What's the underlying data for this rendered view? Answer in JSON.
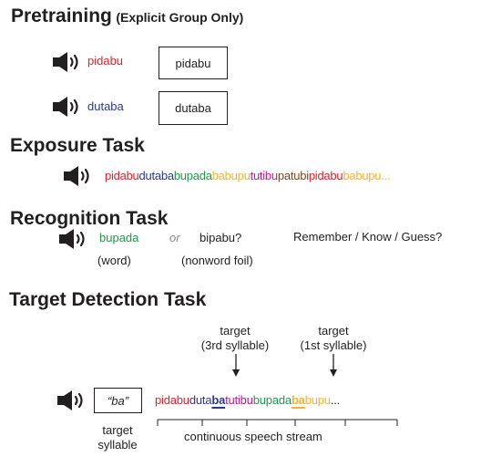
{
  "pretraining": {
    "title": "Pretraining",
    "subtitle": "(Explicit Group Only)",
    "items": [
      {
        "spoken": "pidabu",
        "spoken_color": "#e8202a",
        "written": "pidabu"
      },
      {
        "spoken": "dutaba",
        "spoken_color": "#2b3990",
        "written": "dutaba"
      }
    ]
  },
  "exposure": {
    "title": "Exposure Task",
    "stream": [
      {
        "text": "pidabu",
        "color": "#e8202a"
      },
      {
        "text": "dutaba",
        "color": "#2b3990"
      },
      {
        "text": "bupada",
        "color": "#1f9a48"
      },
      {
        "text": "babupu",
        "color": "#f7b033"
      },
      {
        "text": "tutibu",
        "color": "#c5168c"
      },
      {
        "text": "patubi",
        "color": "#7b4a1e"
      },
      {
        "text": "pidabu",
        "color": "#e8202a"
      },
      {
        "text": "babupu...",
        "color": "#f7b033"
      }
    ]
  },
  "recognition": {
    "title": "Recognition Task",
    "word": "bupada",
    "word_color": "#1f9a48",
    "or_label": "or",
    "foil": "bipabu?",
    "word_caption": "(word)",
    "foil_caption": "(nonword foil)",
    "response": "Remember / Know / Guess?"
  },
  "target_detection": {
    "title": "Target Detection Task",
    "target_syllable": "“ba”",
    "target_syllable_caption_1": "target",
    "target_syllable_caption_2": "syllable",
    "stream": [
      {
        "text": "pidabu",
        "color": "#e8202a",
        "bold": false,
        "underline": false
      },
      {
        "text": "duta",
        "color": "#2b3990",
        "bold": false,
        "underline": false
      },
      {
        "text": "ba",
        "color": "#2b3990",
        "bold": true,
        "underline": true
      },
      {
        "text": "tutibu",
        "color": "#c5168c",
        "bold": false,
        "underline": false
      },
      {
        "text": "bupada",
        "color": "#1f9a48",
        "bold": false,
        "underline": false
      },
      {
        "text": "ba",
        "color": "#f7b033",
        "bold": true,
        "underline": true
      },
      {
        "text": "bupu",
        "color": "#f7b033",
        "bold": false,
        "underline": false
      },
      {
        "text": "...",
        "color": "#231f20",
        "bold": false,
        "underline": false
      }
    ],
    "annotation_1_line1": "target",
    "annotation_1_line2": "(3rd syllable)",
    "annotation_2_line1": "target",
    "annotation_2_line2": "(1st syllable)",
    "stream_caption": "continuous speech stream"
  },
  "icons": {
    "speaker": "speaker-icon",
    "arrow": "arrow-down-icon"
  }
}
